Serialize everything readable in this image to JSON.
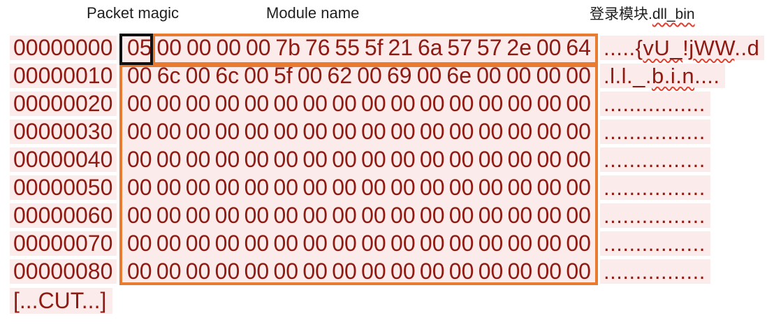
{
  "header": {
    "packet_magic_label": "Packet magic",
    "module_name_label": "Module name",
    "filename_prefix": "登录模块.",
    "filename_highlight": "dll_bin"
  },
  "hexdump": {
    "bytes_per_row": 16,
    "rows": [
      {
        "offset": "00000000",
        "bytes": [
          "05",
          "00",
          "00",
          "00",
          "00",
          "7b",
          "76",
          "55",
          "5f",
          "21",
          "6a",
          "57",
          "57",
          "2e",
          "00",
          "64"
        ],
        "ascii": [
          {
            "t": ".....{",
            "w": false
          },
          {
            "t": "vU_",
            "w": true
          },
          {
            "t": "!",
            "w": false
          },
          {
            "t": "jWW",
            "w": true
          },
          {
            "t": "..d",
            "w": false
          }
        ]
      },
      {
        "offset": "00000010",
        "bytes": [
          "00",
          "6c",
          "00",
          "6c",
          "00",
          "5f",
          "00",
          "62",
          "00",
          "69",
          "00",
          "6e",
          "00",
          "00",
          "00",
          "00"
        ],
        "ascii": [
          {
            "t": ".l.l._.",
            "w": false
          },
          {
            "t": "b.i.n",
            "w": true
          },
          {
            "t": "....",
            "w": false
          }
        ]
      },
      {
        "offset": "00000020",
        "bytes": [
          "00",
          "00",
          "00",
          "00",
          "00",
          "00",
          "00",
          "00",
          "00",
          "00",
          "00",
          "00",
          "00",
          "00",
          "00",
          "00"
        ],
        "ascii": [
          {
            "t": "................",
            "w": false
          }
        ]
      },
      {
        "offset": "00000030",
        "bytes": [
          "00",
          "00",
          "00",
          "00",
          "00",
          "00",
          "00",
          "00",
          "00",
          "00",
          "00",
          "00",
          "00",
          "00",
          "00",
          "00"
        ],
        "ascii": [
          {
            "t": "................",
            "w": false
          }
        ]
      },
      {
        "offset": "00000040",
        "bytes": [
          "00",
          "00",
          "00",
          "00",
          "00",
          "00",
          "00",
          "00",
          "00",
          "00",
          "00",
          "00",
          "00",
          "00",
          "00",
          "00"
        ],
        "ascii": [
          {
            "t": "................",
            "w": false
          }
        ]
      },
      {
        "offset": "00000050",
        "bytes": [
          "00",
          "00",
          "00",
          "00",
          "00",
          "00",
          "00",
          "00",
          "00",
          "00",
          "00",
          "00",
          "00",
          "00",
          "00",
          "00"
        ],
        "ascii": [
          {
            "t": "................",
            "w": false
          }
        ]
      },
      {
        "offset": "00000060",
        "bytes": [
          "00",
          "00",
          "00",
          "00",
          "00",
          "00",
          "00",
          "00",
          "00",
          "00",
          "00",
          "00",
          "00",
          "00",
          "00",
          "00"
        ],
        "ascii": [
          {
            "t": "................",
            "w": false
          }
        ]
      },
      {
        "offset": "00000070",
        "bytes": [
          "00",
          "00",
          "00",
          "00",
          "00",
          "00",
          "00",
          "00",
          "00",
          "00",
          "00",
          "00",
          "00",
          "00",
          "00",
          "00"
        ],
        "ascii": [
          {
            "t": "................",
            "w": false
          }
        ]
      },
      {
        "offset": "00000080",
        "bytes": [
          "00",
          "00",
          "00",
          "00",
          "00",
          "00",
          "00",
          "00",
          "00",
          "00",
          "00",
          "00",
          "00",
          "00",
          "00",
          "00"
        ],
        "ascii": [
          {
            "t": "................",
            "w": false
          }
        ]
      }
    ],
    "truncation_label": "[...CUT...]"
  },
  "annotations": {
    "packet_magic_box": "black outline around byte 0 (05)",
    "module_name_box": "orange outline around bytes 01-8F"
  },
  "colors": {
    "text_red": "#8e1a12",
    "row_bg_pink": "#fcebeb",
    "box_orange": "#e87b2f",
    "box_black": "#101010",
    "squiggle_red": "#e0402e",
    "label_black": "#1f1f1f"
  }
}
